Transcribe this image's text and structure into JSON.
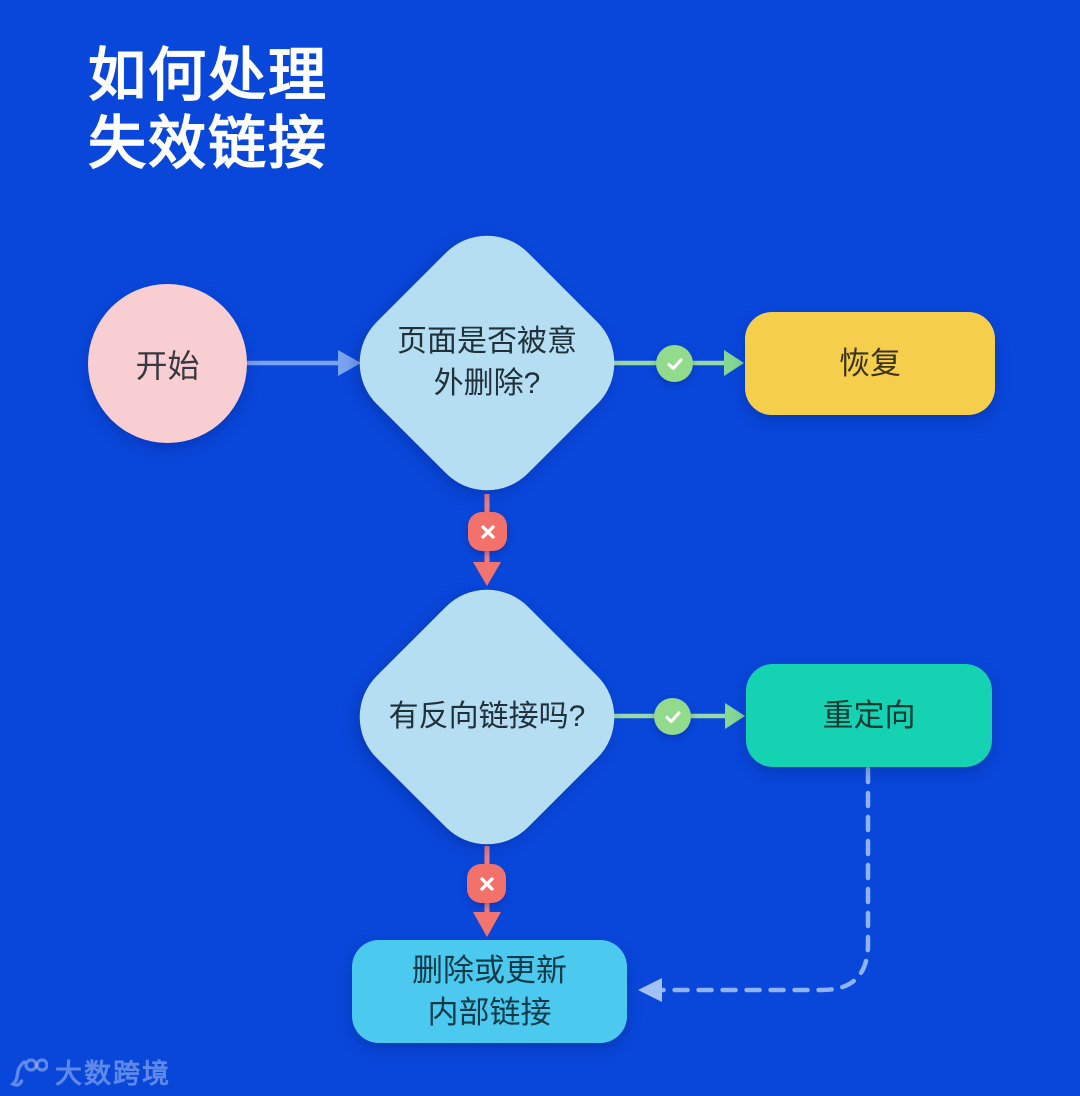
{
  "title": {
    "line1": "如何处理",
    "line2": "失效链接"
  },
  "nodes": {
    "start": {
      "label": "开始"
    },
    "question1": {
      "line1": "页面是否被意",
      "line2": "外删除?"
    },
    "question2": {
      "label": "有反向链接吗?"
    },
    "restore": {
      "label": "恢复"
    },
    "redirect": {
      "label": "重定向"
    },
    "delete_update": {
      "line1": "删除或更新",
      "line2": "内部链接"
    }
  },
  "icons": {
    "yes_badge": "check-circle",
    "no_badge": "x-square",
    "logo": "100-logo"
  },
  "watermark": {
    "text": "大数跨境"
  },
  "colors": {
    "background": "#0947da",
    "title_text": "#ffffff",
    "start_fill": "#f8ced2",
    "question_fill": "#b5def3",
    "restore_fill": "#f5cf4b",
    "redirect_fill": "#14d2b2",
    "delete_update_fill": "#4bc9ee",
    "yes_badge": "#92da8c",
    "yes_arrow": "#97d9a9",
    "no_badge": "#f3716b",
    "no_arrow": "#ed7e80",
    "flow_arrow": "#7aa3f0",
    "dashed_arrow": "#8fb3f5"
  }
}
